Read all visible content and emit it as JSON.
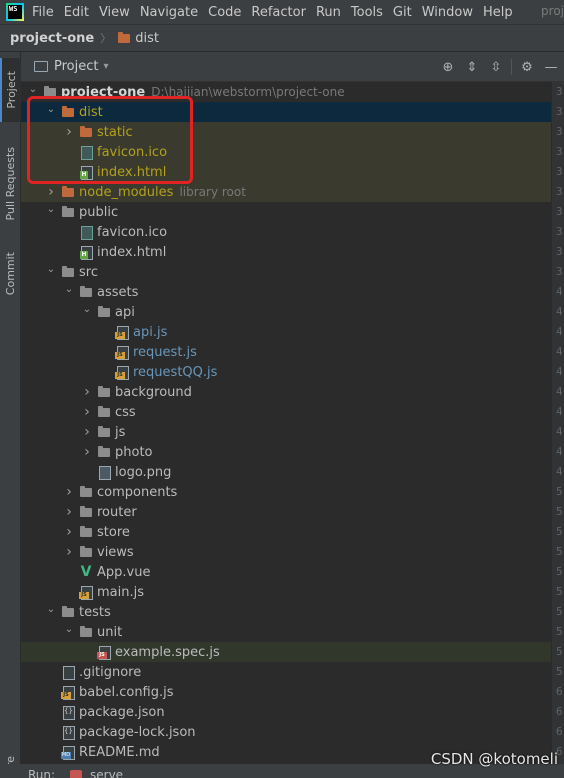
{
  "app": {
    "logo_text": "WS",
    "menu": [
      "File",
      "Edit",
      "View",
      "Navigate",
      "Code",
      "Refactor",
      "Run",
      "Tools",
      "Git",
      "Window",
      "Help"
    ],
    "menu_project_partial": "proj"
  },
  "breadcrumb": {
    "root": "project-one",
    "child": "dist"
  },
  "left_strip": {
    "project": "Project",
    "pull_requests": "Pull Requests",
    "commit": "Commit",
    "structure_partial": "ure"
  },
  "panel": {
    "title": "Project",
    "caret": "▾",
    "icons": [
      "locate-icon",
      "expand-all-icon",
      "collapse-all-icon",
      "settings-icon",
      "hide-icon"
    ]
  },
  "tree": [
    {
      "label": "project-one",
      "hint": "D:\\haijian\\webstorm\\project-one",
      "arrow": "open",
      "icon": "folder",
      "depth": 0,
      "style": "bold"
    },
    {
      "label": "dist",
      "arrow": "open",
      "icon": "folder-orange",
      "depth": 1,
      "style": "yellow",
      "state": "selected"
    },
    {
      "label": "static",
      "arrow": "closed",
      "icon": "folder-orange",
      "depth": 2,
      "style": "yellow",
      "state": "highlight"
    },
    {
      "label": "favicon.ico",
      "arrow": "none",
      "icon": "ico",
      "depth": 2,
      "style": "yellow",
      "state": "highlight"
    },
    {
      "label": "index.html",
      "arrow": "none",
      "icon": "html",
      "depth": 2,
      "style": "yellow",
      "state": "highlight"
    },
    {
      "label": "node_modules",
      "hint": "library root",
      "arrow": "closed",
      "icon": "folder-orange",
      "depth": 1,
      "style": "yellow",
      "state": "highlight"
    },
    {
      "label": "public",
      "arrow": "open",
      "icon": "folder",
      "depth": 1
    },
    {
      "label": "favicon.ico",
      "arrow": "none",
      "icon": "ico",
      "depth": 2
    },
    {
      "label": "index.html",
      "arrow": "none",
      "icon": "html",
      "depth": 2
    },
    {
      "label": "src",
      "arrow": "open",
      "icon": "folder",
      "depth": 1
    },
    {
      "label": "assets",
      "arrow": "open",
      "icon": "folder",
      "depth": 2
    },
    {
      "label": "api",
      "arrow": "open",
      "icon": "folder",
      "depth": 3
    },
    {
      "label": "api.js",
      "arrow": "none",
      "icon": "js",
      "depth": 4,
      "style": "blue"
    },
    {
      "label": "request.js",
      "arrow": "none",
      "icon": "js",
      "depth": 4,
      "style": "blue"
    },
    {
      "label": "requestQQ.js",
      "arrow": "none",
      "icon": "js",
      "depth": 4,
      "style": "blue"
    },
    {
      "label": "background",
      "arrow": "closed",
      "icon": "folder",
      "depth": 3
    },
    {
      "label": "css",
      "arrow": "closed",
      "icon": "folder",
      "depth": 3
    },
    {
      "label": "js",
      "arrow": "closed",
      "icon": "folder",
      "depth": 3
    },
    {
      "label": "photo",
      "arrow": "closed",
      "icon": "folder",
      "depth": 3
    },
    {
      "label": "logo.png",
      "arrow": "none",
      "icon": "png",
      "depth": 3
    },
    {
      "label": "components",
      "arrow": "closed",
      "icon": "folder",
      "depth": 2
    },
    {
      "label": "router",
      "arrow": "closed",
      "icon": "folder",
      "depth": 2
    },
    {
      "label": "store",
      "arrow": "closed",
      "icon": "folder",
      "depth": 2
    },
    {
      "label": "views",
      "arrow": "closed",
      "icon": "folder",
      "depth": 2
    },
    {
      "label": "App.vue",
      "arrow": "none",
      "icon": "vue",
      "depth": 2
    },
    {
      "label": "main.js",
      "arrow": "none",
      "icon": "js",
      "depth": 2
    },
    {
      "label": "tests",
      "arrow": "open",
      "icon": "folder",
      "depth": 1
    },
    {
      "label": "unit",
      "arrow": "open",
      "icon": "folder",
      "depth": 2
    },
    {
      "label": "example.spec.js",
      "arrow": "none",
      "icon": "spec",
      "depth": 3,
      "state": "highlight-green"
    },
    {
      "label": ".gitignore",
      "arrow": "none",
      "icon": "file",
      "depth": 1
    },
    {
      "label": "babel.config.js",
      "arrow": "none",
      "icon": "js",
      "depth": 1
    },
    {
      "label": "package.json",
      "arrow": "none",
      "icon": "json",
      "depth": 1
    },
    {
      "label": "package-lock.json",
      "arrow": "none",
      "icon": "json",
      "depth": 1
    },
    {
      "label": "README.md",
      "arrow": "none",
      "icon": "md",
      "depth": 1
    }
  ],
  "gutter_numbers": [
    "3",
    "3",
    "3",
    "3",
    "3",
    "3",
    "3",
    "3",
    "3",
    "3",
    "4",
    "4",
    "4",
    "4",
    "4",
    "4",
    "4",
    "4",
    "4",
    "4",
    "5",
    "5",
    "5",
    "5",
    "5",
    "5",
    "5",
    "5",
    "5",
    "5",
    "6",
    "6",
    "6",
    "6"
  ],
  "run": {
    "label": "Run:",
    "config": "serve"
  },
  "watermark": "CSDN @kotomeli"
}
